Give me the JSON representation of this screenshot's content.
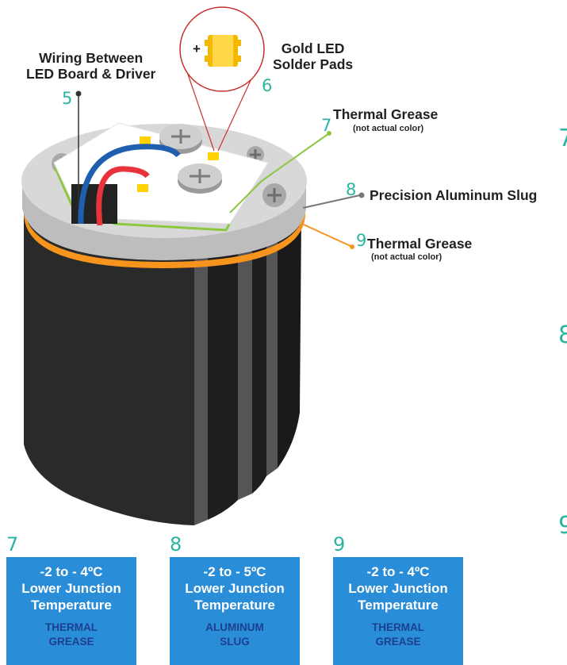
{
  "labels": {
    "wiring": [
      "Wiring Between",
      "LED Board & Driver"
    ],
    "wiring_num": "5",
    "solder": [
      "Gold LED",
      "Solder Pads"
    ],
    "solder_num": "6",
    "plus": "+",
    "grease_top": "Thermal Grease",
    "grease_top_note": "(not actual color)",
    "grease_top_num": "7",
    "slug": "Precision Aluminum Slug",
    "slug_num": "8",
    "grease_bottom": "Thermal Grease",
    "grease_bottom_note": "(not actual color)",
    "grease_bottom_num": "9"
  },
  "cards": [
    {
      "number": "7",
      "line1": "-2 to - 4ºC",
      "line2": "Lower Junction",
      "line3": "Temperature",
      "sub1": "THERMAL",
      "sub2": "GREASE"
    },
    {
      "number": "8",
      "line1": "-2 to - 5ºC",
      "line2": "Lower Junction",
      "line3": "Temperature",
      "sub1": "ALUMINUM",
      "sub2": "SLUG"
    },
    {
      "number": "9",
      "line1": "-2 to - 4ºC",
      "line2": "Lower Junction",
      "line3": "Temperature",
      "sub1": "THERMAL",
      "sub2": "GREASE"
    }
  ],
  "edge_digits": [
    "7",
    "8",
    "9"
  ],
  "colors": {
    "accent_teal": "#2bb5a0",
    "card_blue": "#2a8dd8",
    "card_sub": "#1d3f8f",
    "grease_orange": "#f7941d",
    "grease_green": "#8dc63f",
    "heatsink": "#2b2b2b",
    "wire_blue": "#1f5fb0",
    "wire_red": "#e8333c",
    "led_yellow": "#ffd200"
  }
}
